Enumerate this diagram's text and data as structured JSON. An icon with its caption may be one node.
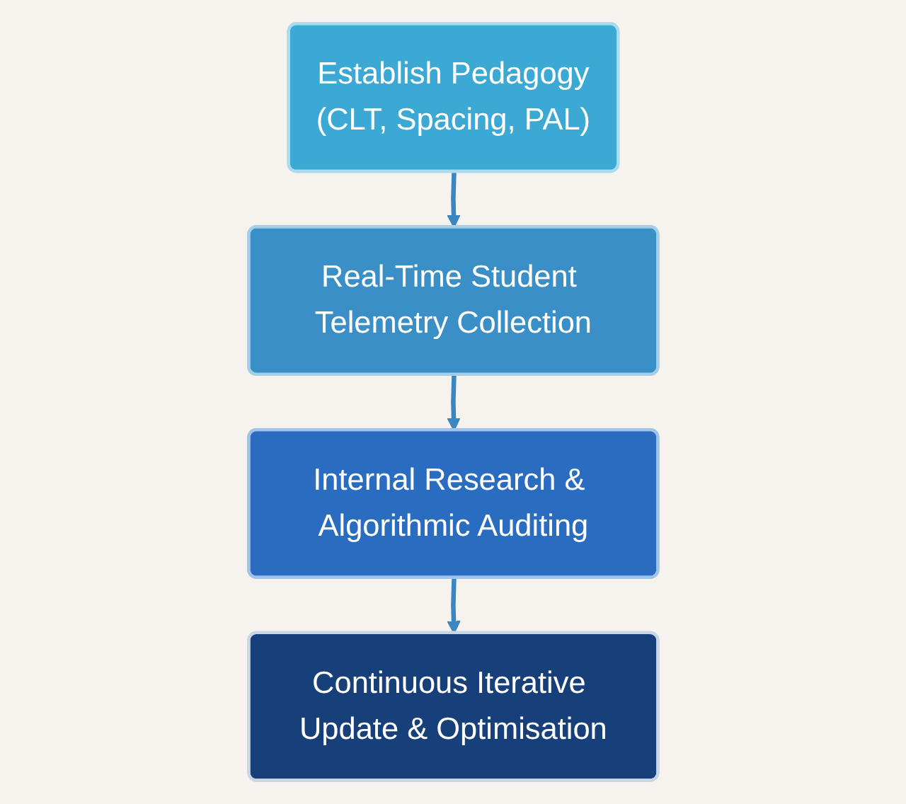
{
  "diagram": {
    "nodes": [
      {
        "text": [
          "Establish Pedagogy",
          "(CLT, Spacing, PAL)"
        ]
      },
      {
        "text": [
          "Real-Time Student Telemetry Collection"
        ]
      },
      {
        "text": [
          "Internal Research & Algorithmic Auditing"
        ]
      },
      {
        "text": [
          "Continuous Iterative Update & Optimisation"
        ]
      }
    ],
    "edges": [
      {
        "from": 0,
        "to": 1,
        "arrow": "to"
      },
      {
        "from": 1,
        "to": 2,
        "arrow": "to"
      },
      {
        "from": 2,
        "to": 3,
        "arrow": "to"
      }
    ]
  }
}
